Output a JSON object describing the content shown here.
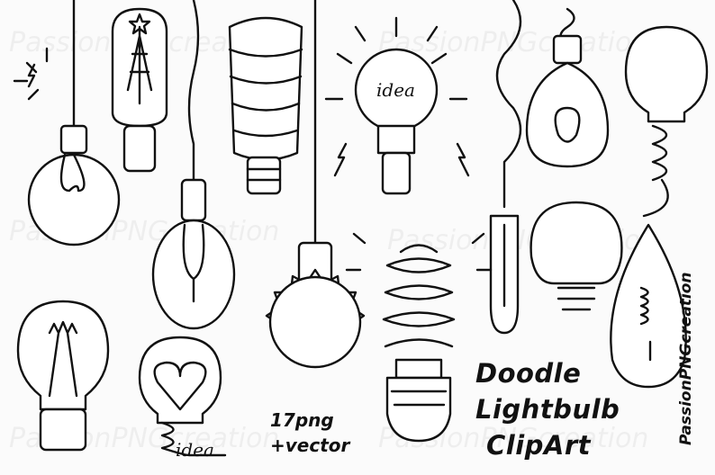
{
  "title_lines": [
    "Doodle",
    "Lightbulb",
    "ClipArt"
  ],
  "count_lines": [
    "17png",
    "+vector"
  ],
  "brand": "PassionPNGcreation",
  "watermark": "PassionPNGcreation",
  "bulb_labels": [
    "idea",
    "idea"
  ],
  "colors": {
    "ink": "#111111",
    "background": "#fbfbfb"
  }
}
